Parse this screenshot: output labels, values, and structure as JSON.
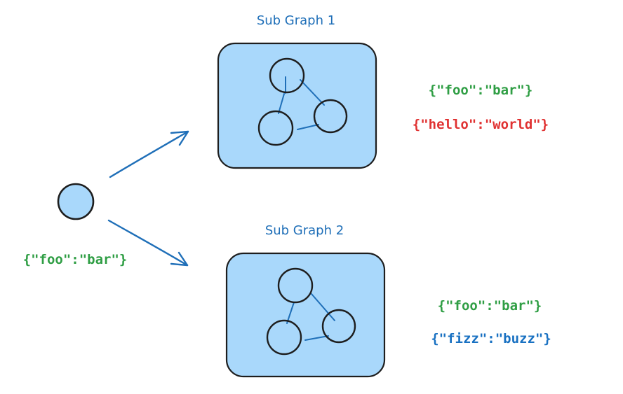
{
  "subgraph1": {
    "title": "Sub Graph 1",
    "state_a": "{\"foo\":\"bar\"}",
    "state_b": "{\"hello\":\"world\"}"
  },
  "subgraph2": {
    "title": "Sub Graph 2",
    "state_a": "{\"foo\":\"bar\"}",
    "state_b": "{\"fizz\":\"buzz\"}"
  },
  "root": {
    "state": "{\"foo\":\"bar\"}"
  },
  "colors": {
    "box_fill": "#a9d8fb",
    "edge_blue": "#1f6fb8",
    "green_text": "#2f9e44",
    "red_text": "#e03131",
    "blue_text": "#1971c2",
    "stroke": "#1e1e1e"
  }
}
